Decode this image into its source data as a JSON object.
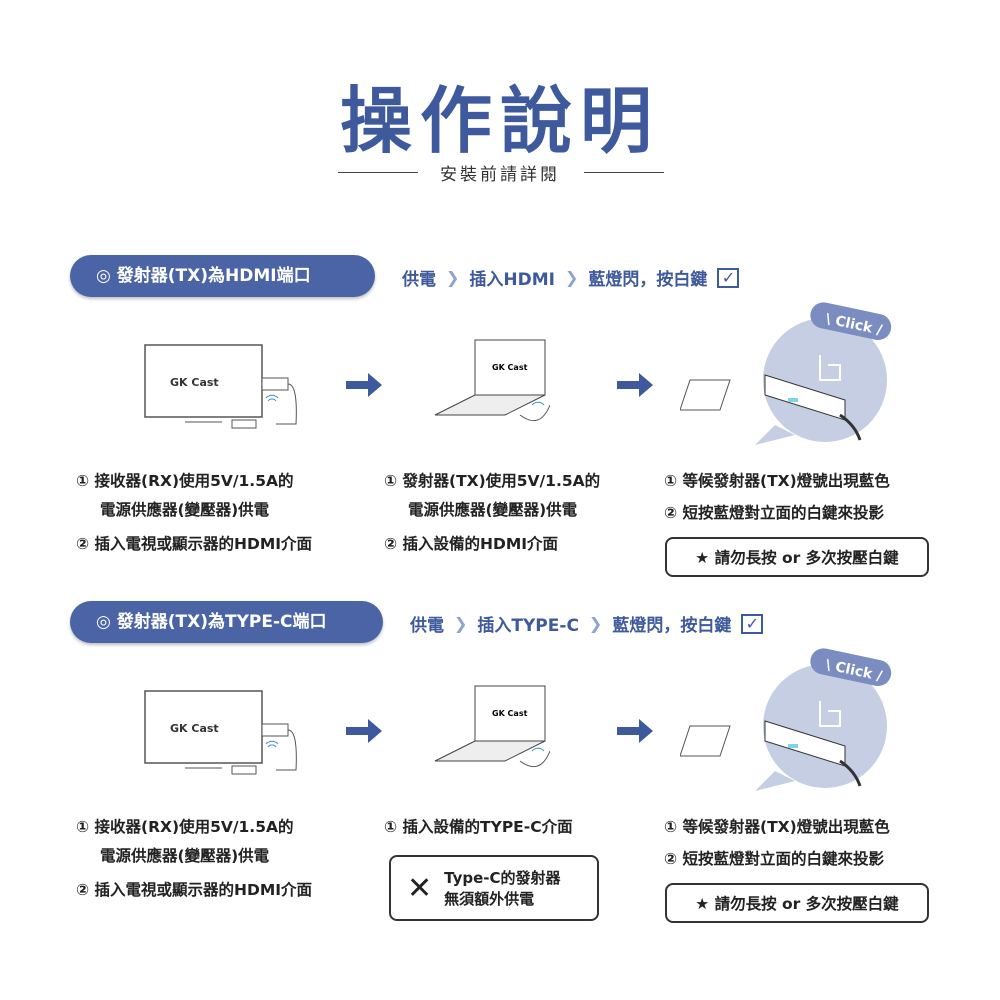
{
  "title": "操作說明",
  "subtitle": "安裝前請詳閱",
  "sections": [
    {
      "pill": "◎  發射器(TX)為HDMI端口",
      "flow": [
        "供電",
        "插入HDMI",
        "藍燈閃，按白鍵"
      ],
      "brand": "GK Cast",
      "click": "\\ Click /",
      "col1": [
        "① 接收器(RX)使用5V/1.5A的",
        "電源供應器(變壓器)供電",
        "② 插入電視或顯示器的HDMI介面"
      ],
      "col2": [
        "① 發射器(TX)使用5V/1.5A的",
        "電源供應器(變壓器)供電",
        "② 插入設備的HDMI介面"
      ],
      "col3": [
        "① 等候發射器(TX)燈號出現藍色",
        "② 短按藍燈對立面的白鍵來投影"
      ],
      "note": "★ 請勿長按 or 多次按壓白鍵"
    },
    {
      "pill": "◎  發射器(TX)為TYPE-C端口",
      "flow": [
        "供電",
        "插入TYPE-C",
        "藍燈閃，按白鍵"
      ],
      "brand": "GK Cast",
      "click": "\\ Click /",
      "col1": [
        "① 接收器(RX)使用5V/1.5A的",
        "電源供應器(變壓器)供電",
        "② 插入電視或顯示器的HDMI介面"
      ],
      "col2": [
        "① 插入設備的TYPE-C介面"
      ],
      "warn": [
        "Type-C的發射器",
        "無須額外供電"
      ],
      "col3": [
        "① 等候發射器(TX)燈號出現藍色",
        "② 短按藍燈對立面的白鍵來投影"
      ],
      "note": "★ 請勿長按 or 多次按壓白鍵"
    }
  ],
  "colors": {
    "primary": "#3e5a9c",
    "pill": "#4a64a6",
    "bubble": "#c5cee3"
  }
}
